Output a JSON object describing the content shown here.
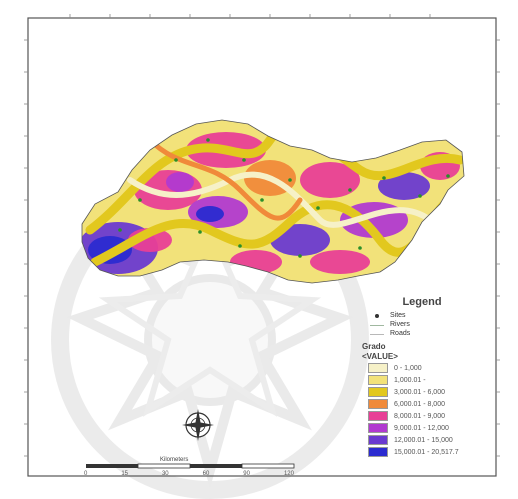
{
  "legend": {
    "title": "Legend",
    "line_items": [
      {
        "label": "Sites",
        "color": "#333333",
        "style": "point"
      },
      {
        "label": "Rivers",
        "color": "#a0b8a0",
        "style": "line"
      },
      {
        "label": "Roads",
        "color": "#b8b8b8",
        "style": "line"
      }
    ],
    "raster_title": "Grado",
    "raster_field": "<VALUE>",
    "classes": [
      {
        "label": "0 - 1,000",
        "color": "#f6f1c8"
      },
      {
        "label": "1,000.01 -",
        "color": "#f2e27a"
      },
      {
        "label": "3,000.01 - 6,000",
        "color": "#e2c81e"
      },
      {
        "label": "6,000.01 - 8,000",
        "color": "#f08a3a"
      },
      {
        "label": "8,000.01 - 9,000",
        "color": "#e83f96"
      },
      {
        "label": "9,000.01 - 12,000",
        "color": "#b13ad0"
      },
      {
        "label": "12,000.01 - 15,000",
        "color": "#6a3ad0"
      },
      {
        "label": "15,000.01 - 20,517.7",
        "color": "#2b2bd0"
      }
    ]
  },
  "scale": {
    "label": "Kilometers",
    "ticks": [
      "0",
      "15",
      "30",
      "60",
      "90",
      "120"
    ]
  },
  "colors": {
    "frame": "#555555",
    "grid_ticks": "#888888",
    "watermark": "#d7d7d7"
  }
}
